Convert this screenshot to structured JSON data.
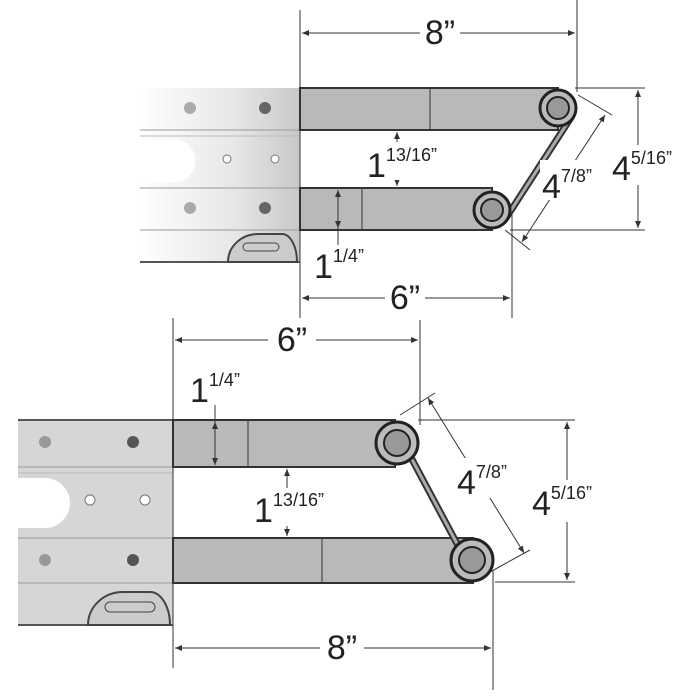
{
  "diagram": {
    "top": {
      "width_label": "8”",
      "lower_length_label": "6”",
      "height": {
        "whole": "4",
        "frac": "5/16”"
      },
      "link": {
        "whole": "4",
        "frac": "7/8”"
      },
      "gap": {
        "whole": "1",
        "frac": "13/16”"
      },
      "bar": {
        "whole": "1",
        "frac": "1/4”"
      }
    },
    "bottom": {
      "upper_length_label": "6”",
      "width_label": "8”",
      "height": {
        "whole": "4",
        "frac": "5/16”"
      },
      "link": {
        "whole": "4",
        "frac": "7/8”"
      },
      "gap": {
        "whole": "1",
        "frac": "13/16”"
      },
      "bar": {
        "whole": "1",
        "frac": "1/4”"
      }
    }
  }
}
